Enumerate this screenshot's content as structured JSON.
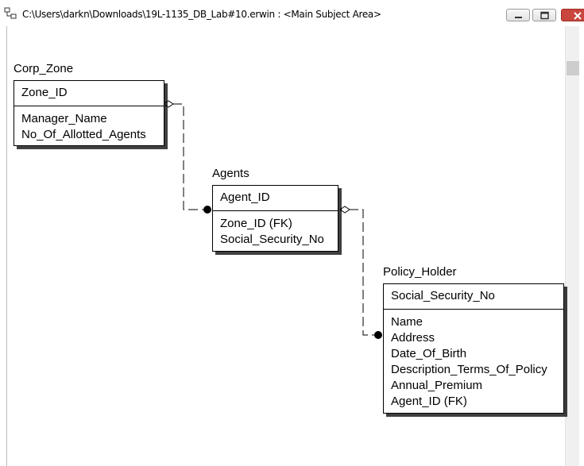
{
  "window": {
    "title": "C:\\Users\\darkn\\Downloads\\19L-1135_DB_Lab#10.erwin : <Main Subject Area>",
    "app_icon": "erwin-model-icon",
    "buttons": [
      "minimize-icon",
      "restore-icon",
      "close-icon"
    ]
  },
  "diagram": {
    "entities": {
      "corp_zone": {
        "name": "Corp_Zone",
        "primary_keys": [
          "Zone_ID"
        ],
        "attributes": [
          "Manager_Name",
          "No_Of_Allotted_Agents"
        ]
      },
      "agents": {
        "name": "Agents",
        "primary_keys": [
          "Agent_ID"
        ],
        "attributes": [
          "Zone_ID (FK)",
          "Social_Security_No"
        ]
      },
      "policy_holder": {
        "name": "Policy_Holder",
        "primary_keys": [
          "Social_Security_No"
        ],
        "attributes": [
          "Name",
          "Address",
          "Date_Of_Birth",
          "Description_Terms_Of_Policy",
          "Annual_Premium",
          "Agent_ID (FK)"
        ]
      }
    },
    "relationships": [
      {
        "from": "Corp_Zone",
        "to": "Agents",
        "style": "non-identifying (dashed)",
        "parent_end": "diamond",
        "child_end": "dot"
      },
      {
        "from": "Agents",
        "to": "Policy_Holder",
        "style": "non-identifying (dashed)",
        "parent_end": "diamond",
        "child_end": "dot"
      }
    ]
  }
}
